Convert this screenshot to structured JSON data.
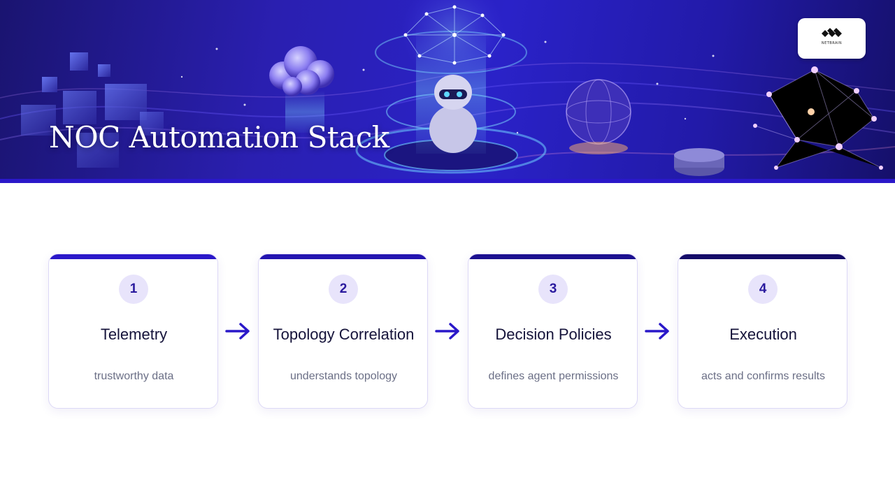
{
  "header": {
    "title": "NOC Automation Stack",
    "logo_text": "NETBRAIN",
    "banner_color": "#2a22c8"
  },
  "colors": {
    "accent": "#2a18c9",
    "badge_bg": "#e8e4fb",
    "card_border": "#dcd8f6",
    "arrow": "#2a18c9"
  },
  "steps": [
    {
      "number": "1",
      "title": "Telemetry",
      "subtitle": "trustworthy data",
      "bar_color": "#2a18c9"
    },
    {
      "number": "2",
      "title": "Topology Correlation",
      "subtitle": "understands topology",
      "bar_color": "#2314b0"
    },
    {
      "number": "3",
      "title": "Decision Policies",
      "subtitle": "defines agent permissions",
      "bar_color": "#1c1090"
    },
    {
      "number": "4",
      "title": "Execution",
      "subtitle": "acts and confirms results",
      "bar_color": "#140b68"
    }
  ],
  "icons": {
    "arrow": "arrow-right-icon",
    "logo": "netbrain-logo-icon"
  }
}
